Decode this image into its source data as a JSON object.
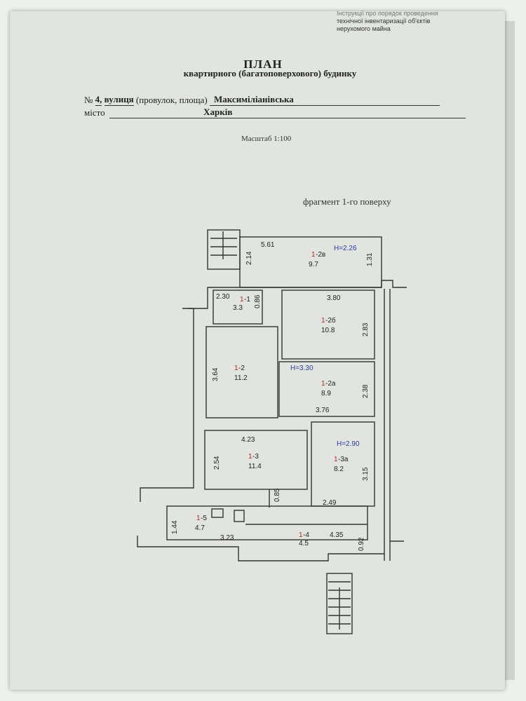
{
  "header_stamp": {
    "line1": "Інструкції про порядок проведення",
    "line2": "технічної інвентаризації об'єктів",
    "line3": "нерухомого майна"
  },
  "document": {
    "title": "ПЛАН",
    "subtitle": "квартирного (багатоповерхового) будинку",
    "number_label": "№",
    "number_value": "4,",
    "street_label": "вулиця",
    "street_suffix": "(провулок, площа)",
    "street_value": "Максиміліанівська",
    "city_label": "місто",
    "city_value": "Харків",
    "scale": "Масштаб 1:100",
    "fragment": "фрагмент 1-го поверху"
  },
  "rooms": [
    {
      "id_prefix": "1",
      "id_suffix": "-2в",
      "area": "9.7",
      "height": "H=2.26"
    },
    {
      "id_prefix": "1",
      "id_suffix": "-1",
      "area": "3.3"
    },
    {
      "id_prefix": "1",
      "id_suffix": "-2б",
      "area": "10.8"
    },
    {
      "id_prefix": "1",
      "id_suffix": "-2",
      "area": "11.2"
    },
    {
      "id_prefix": "1",
      "id_suffix": "-2а",
      "area": "8.9",
      "height": "H=3.30"
    },
    {
      "id_prefix": "1",
      "id_suffix": "-3",
      "area": "11.4"
    },
    {
      "id_prefix": "1",
      "id_suffix": "-3а",
      "area": "8.2",
      "height": "H=2.90"
    },
    {
      "id_prefix": "1",
      "id_suffix": "-5",
      "area": "4.7"
    },
    {
      "id_prefix": "1",
      "id_suffix": "-4",
      "area": "4.5"
    }
  ],
  "dimensions": {
    "d561": "5.61",
    "d214": "2.14",
    "d131": "1.31",
    "d230": "2.30",
    "d086": "0.86",
    "d380": "3.80",
    "d283": "2.83",
    "d364": "3.64",
    "d238": "2.38",
    "d376": "3.76",
    "d423": "4.23",
    "d254": "2.54",
    "d315": "3.15",
    "d085": "0.85",
    "d249": "2.49",
    "d144": "1.44",
    "d323": "3.23",
    "d435": "4.35",
    "d092": "0.92"
  }
}
